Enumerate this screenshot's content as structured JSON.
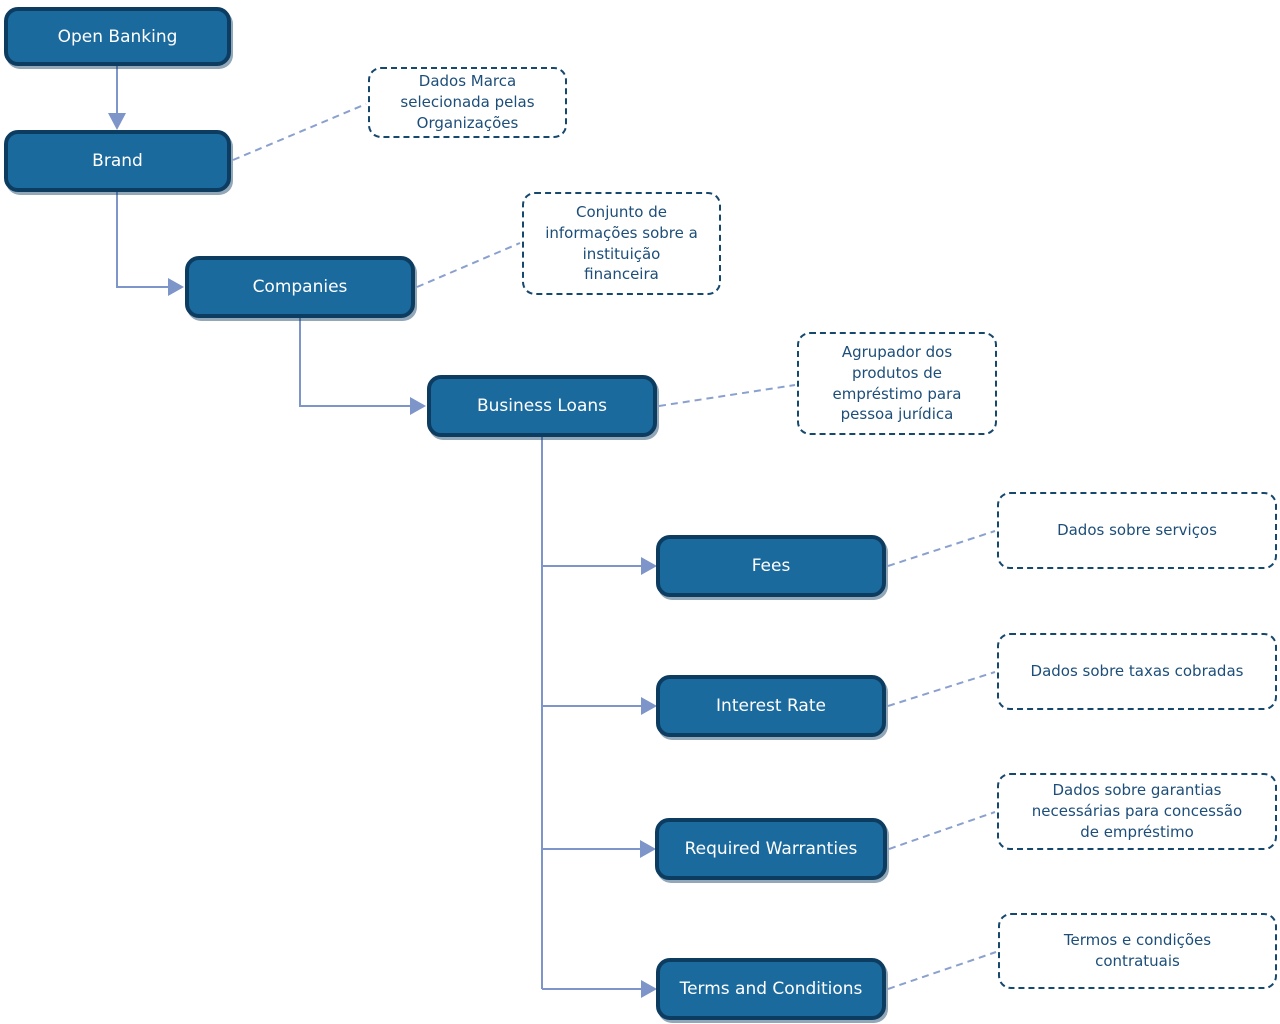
{
  "nodes": [
    {
      "id": "open-banking",
      "label": "Open Banking"
    },
    {
      "id": "brand",
      "label": "Brand"
    },
    {
      "id": "companies",
      "label": "Companies"
    },
    {
      "id": "business-loans",
      "label": "Business Loans"
    },
    {
      "id": "fees",
      "label": "Fees"
    },
    {
      "id": "interest-rate",
      "label": "Interest Rate"
    },
    {
      "id": "required-warranties",
      "label": "Required Warranties"
    },
    {
      "id": "terms-and-conditions",
      "label": "Terms and Conditions"
    }
  ],
  "annotations": [
    {
      "target": "brand",
      "text": "Dados Marca\nselecionada pelas\nOrganizações"
    },
    {
      "target": "companies",
      "text": "Conjunto de\ninformações sobre a\ninstituição\nfinanceira"
    },
    {
      "target": "business-loans",
      "text": "Agrupador dos\nprodutos de\nempréstimo para\npessoa jurídica"
    },
    {
      "target": "fees",
      "text": "Dados sobre serviços"
    },
    {
      "target": "interest-rate",
      "text": "Dados sobre taxas cobradas"
    },
    {
      "target": "required-warranties",
      "text": "Dados sobre garantias\nnecessárias para concessão\nde empréstimo"
    },
    {
      "target": "terms-and-conditions",
      "text": "Termos e condições\ncontratuais"
    }
  ],
  "colors": {
    "node_fill": "#1b6a9e",
    "node_border": "#0d3c61",
    "node_text": "#ffffff",
    "solid_connector": "#7d95c8",
    "dashed_connector": "#8aa0cf",
    "annotation_border": "#16476d",
    "annotation_text": "#1d4e79",
    "background": "#ffffff"
  }
}
